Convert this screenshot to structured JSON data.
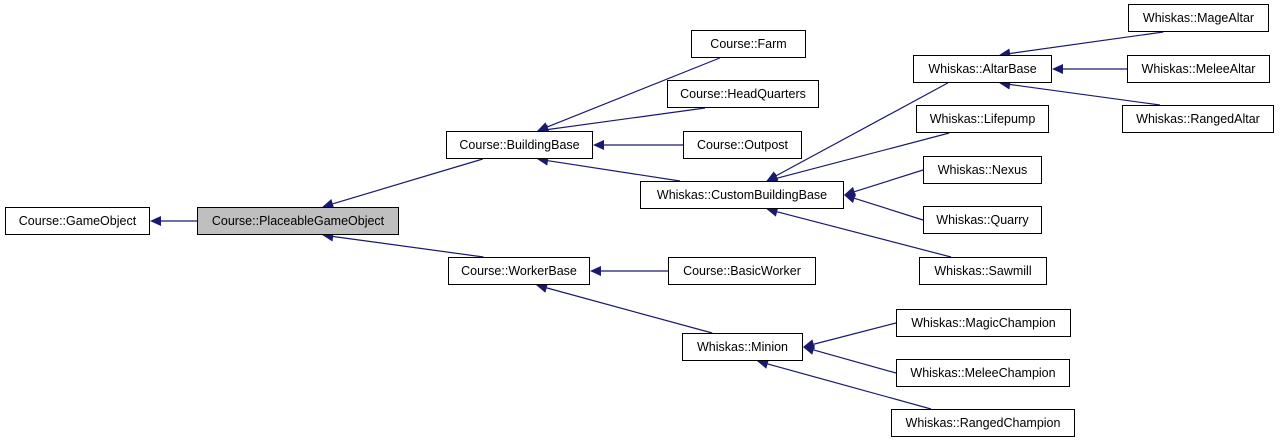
{
  "colors": {
    "edge": "#191970",
    "highlight_fill": "#bfbfbf",
    "node_border": "#000000"
  },
  "highlighted_node": "placeable",
  "nodes": {
    "gameobject": "Course::GameObject",
    "placeable": "Course::PlaceableGameObject",
    "buildingbase": "Course::BuildingBase",
    "workerbase": "Course::WorkerBase",
    "farm": "Course::Farm",
    "hq": "Course::HeadQuarters",
    "outpost": "Course::Outpost",
    "custombuildingbase": "Whiskas::CustomBuildingBase",
    "basicworker": "Course::BasicWorker",
    "minion": "Whiskas::Minion",
    "altarbase": "Whiskas::AltarBase",
    "lifepump": "Whiskas::Lifepump",
    "nexus": "Whiskas::Nexus",
    "quarry": "Whiskas::Quarry",
    "sawmill": "Whiskas::Sawmill",
    "magicchampion": "Whiskas::MagicChampion",
    "meleechampion": "Whiskas::MeleeChampion",
    "rangedchampion": "Whiskas::RangedChampion",
    "magealtar": "Whiskas::MageAltar",
    "meleealtar": "Whiskas::MeleeAltar",
    "rangedaltar": "Whiskas::RangedAltar"
  },
  "edges": [
    {
      "from": "placeable",
      "to": "gameobject"
    },
    {
      "from": "buildingbase",
      "to": "placeable"
    },
    {
      "from": "workerbase",
      "to": "placeable"
    },
    {
      "from": "farm",
      "to": "buildingbase"
    },
    {
      "from": "hq",
      "to": "buildingbase"
    },
    {
      "from": "outpost",
      "to": "buildingbase"
    },
    {
      "from": "custombuildingbase",
      "to": "buildingbase"
    },
    {
      "from": "basicworker",
      "to": "workerbase"
    },
    {
      "from": "minion",
      "to": "workerbase"
    },
    {
      "from": "altarbase",
      "to": "custombuildingbase"
    },
    {
      "from": "lifepump",
      "to": "custombuildingbase"
    },
    {
      "from": "nexus",
      "to": "custombuildingbase"
    },
    {
      "from": "quarry",
      "to": "custombuildingbase"
    },
    {
      "from": "sawmill",
      "to": "custombuildingbase"
    },
    {
      "from": "magicchampion",
      "to": "minion"
    },
    {
      "from": "meleechampion",
      "to": "minion"
    },
    {
      "from": "rangedchampion",
      "to": "minion"
    },
    {
      "from": "magealtar",
      "to": "altarbase"
    },
    {
      "from": "meleealtar",
      "to": "altarbase"
    },
    {
      "from": "rangedaltar",
      "to": "altarbase"
    }
  ]
}
